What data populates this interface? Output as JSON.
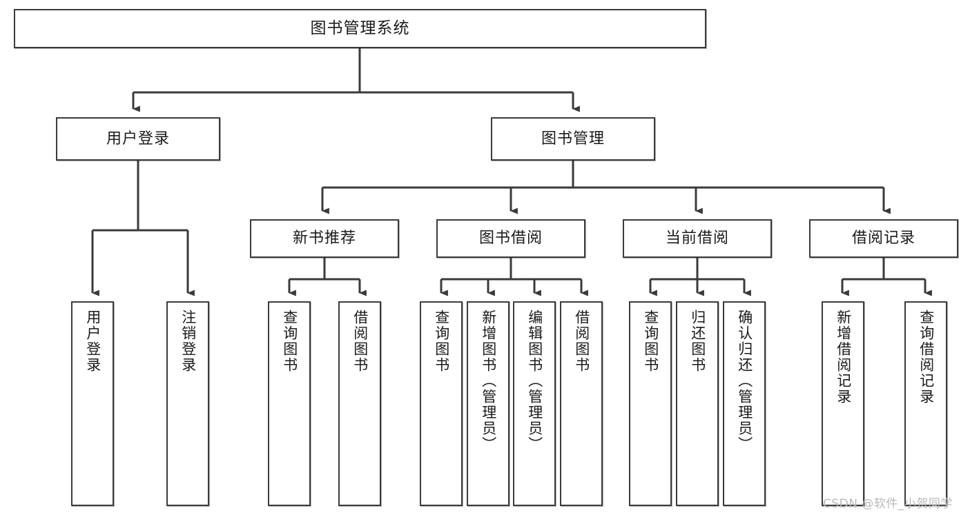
{
  "diagram": {
    "title": "图书管理系统",
    "type": "tree",
    "watermark": "CSDN @软件_小贺同学",
    "colors": {
      "box_border": "#3a3a3a",
      "box_fill": "#ffffff",
      "edge": "#3a3a3a",
      "text": "#1a1a1a",
      "watermark": "#b9b9b9",
      "background": "#ffffff"
    },
    "root": {
      "label": "图书管理系统"
    },
    "level2": [
      {
        "label": "用户登录"
      },
      {
        "label": "图书管理"
      }
    ],
    "level3": [
      {
        "label": "新书推荐"
      },
      {
        "label": "图书借阅"
      },
      {
        "label": "当前借阅"
      },
      {
        "label": "借阅记录"
      }
    ],
    "leaves": {
      "user_login": [
        {
          "label": "用户登录"
        },
        {
          "label": "注销登录"
        }
      ],
      "new_book_recommend": [
        {
          "label": "查询图书"
        },
        {
          "label": "借阅图书"
        }
      ],
      "book_borrow": [
        {
          "label": "查询图书"
        },
        {
          "label": "新增图书（管理员）"
        },
        {
          "label": "编辑图书（管理员）"
        },
        {
          "label": "借阅图书"
        }
      ],
      "current_borrow": [
        {
          "label": "查询图书"
        },
        {
          "label": "归还图书"
        },
        {
          "label": "确认归还（管理员）"
        }
      ],
      "borrow_record": [
        {
          "label": "新增借阅记录"
        },
        {
          "label": "查询借阅记录"
        }
      ]
    }
  }
}
